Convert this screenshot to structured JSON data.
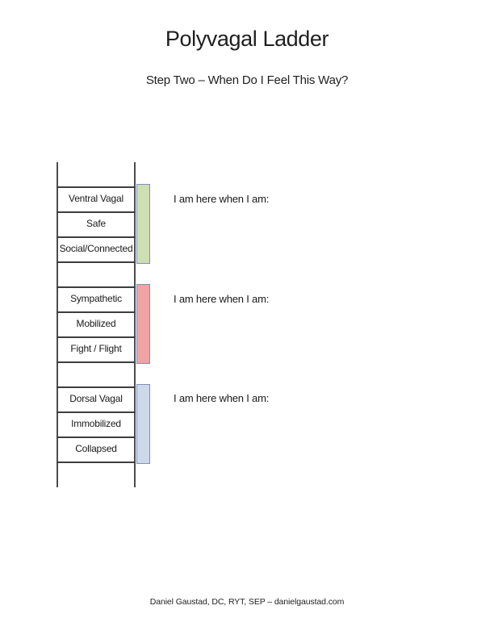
{
  "page": {
    "title": "Polyvagal Ladder",
    "subtitle": "Step Two – When Do I Feel This Way?",
    "footer": "Daniel Gaustad, DC, RYT, SEP – danielgaustad.com"
  },
  "ladder": {
    "rail_color": "#4d4d4d",
    "bar_border_color": "#7e90b8",
    "groups": [
      {
        "id": "ventral-vagal",
        "labels": [
          "Ventral Vagal",
          "Safe",
          "Social/Connected"
        ],
        "bar_fill": "#cddfb3",
        "prompt": "I am here when I am:"
      },
      {
        "id": "sympathetic",
        "labels": [
          "Sympathetic",
          "Mobilized",
          "Fight / Flight"
        ],
        "bar_fill": "#f1a3a3",
        "prompt": "I am here when I am:"
      },
      {
        "id": "dorsal-vagal",
        "labels": [
          "Dorsal Vagal",
          "Immobilized",
          "Collapsed"
        ],
        "bar_fill": "#cdd8eb",
        "prompt": "I am here when I am:"
      }
    ]
  }
}
